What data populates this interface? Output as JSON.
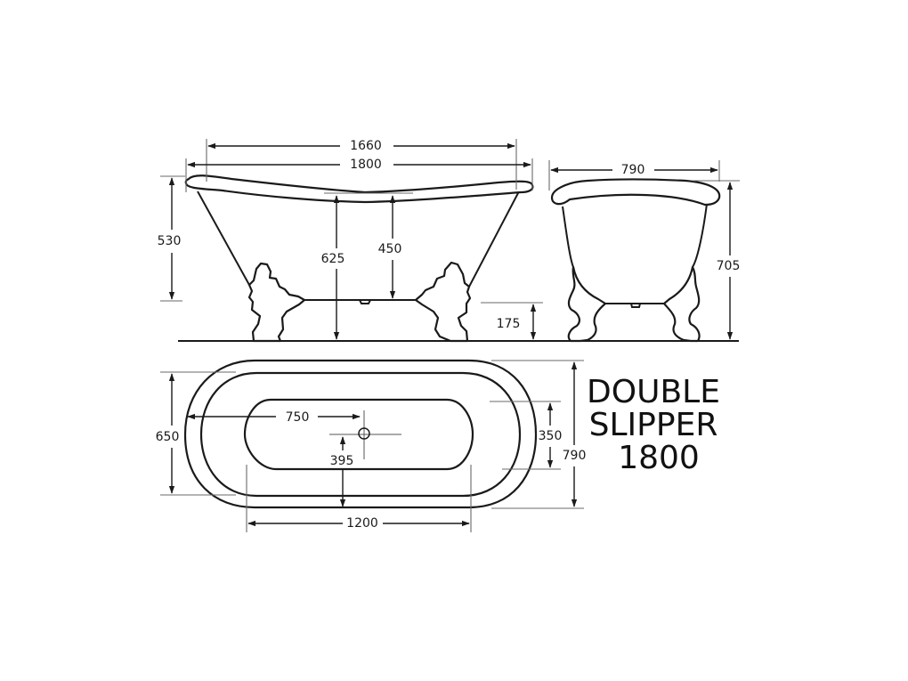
{
  "diagram": {
    "title_lines": [
      "DOUBLE",
      "SLIPPER",
      "1800"
    ],
    "units": "mm",
    "side_view": {
      "dimensions": {
        "inner_length": "1660",
        "overall_length": "1800",
        "end_height": "530",
        "center_height": "625",
        "inner_depth": "450",
        "base_clearance": "175"
      }
    },
    "end_view": {
      "dimensions": {
        "overall_width": "790",
        "overall_height": "705"
      }
    },
    "plan_view": {
      "dimensions": {
        "waste_from_end": "750",
        "waste_from_side": "395",
        "inner_width": "650",
        "basin_width": "350",
        "overall_width": "790",
        "basin_flat_length": "1200"
      }
    },
    "colors": {
      "line": "#1a1a1a",
      "background": "#ffffff",
      "extension_line": "#6a6a6a"
    }
  }
}
